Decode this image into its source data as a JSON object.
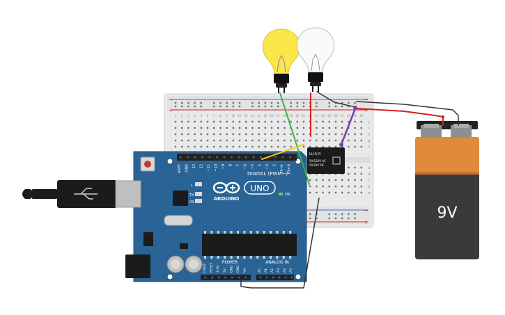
{
  "arduino": {
    "brand": "ARDUINO",
    "model": "UNO",
    "digital_label": "DIGITAL (PWM~)",
    "power_label": "POWER",
    "analog_label": "ANALOG IN",
    "on_label": "ON",
    "tx_label": "TX",
    "rx_label": "RX",
    "l_label": "L",
    "digital_pins": [
      "AREF",
      "GND",
      "13",
      "12",
      "~11",
      "~10",
      "~9",
      "8",
      "7",
      "~6",
      "~5",
      "4",
      "~3",
      "2",
      "TX→1",
      "RX←0"
    ],
    "power_pins": [
      "IOREF",
      "RESET",
      "3.3V",
      "5V",
      "GND",
      "GND",
      "Vin"
    ],
    "analog_pins": [
      "A0",
      "A1",
      "A2",
      "A3",
      "A4",
      "A5"
    ]
  },
  "relay": {
    "model": "LU-5-R",
    "line1": "5A/120V AC",
    "line2": "5A/24V DC"
  },
  "battery": {
    "label": "9V"
  },
  "breadboard": {
    "row_letters_top": [
      "j",
      "i",
      "h",
      "g",
      "f"
    ],
    "row_letters_bottom": [
      "e",
      "d",
      "c",
      "b",
      "a"
    ],
    "column_numbers": [
      "1",
      "2",
      "3",
      "4",
      "5",
      "6",
      "7",
      "8",
      "9",
      "10",
      "11",
      "12",
      "13",
      "14",
      "15",
      "16",
      "17",
      "18",
      "19",
      "20",
      "21",
      "22",
      "23",
      "24",
      "25",
      "26",
      "27",
      "28",
      "29",
      "30"
    ]
  },
  "colors": {
    "board": "#2a6496",
    "wire_red": "#d81e1e",
    "wire_black": "#333333",
    "wire_green": "#3cb043",
    "wire_yellow": "#f2c80f",
    "wire_purple": "#7a3fb0",
    "bulb_on": "#fce74a",
    "battery_orange": "#e08a3c"
  }
}
